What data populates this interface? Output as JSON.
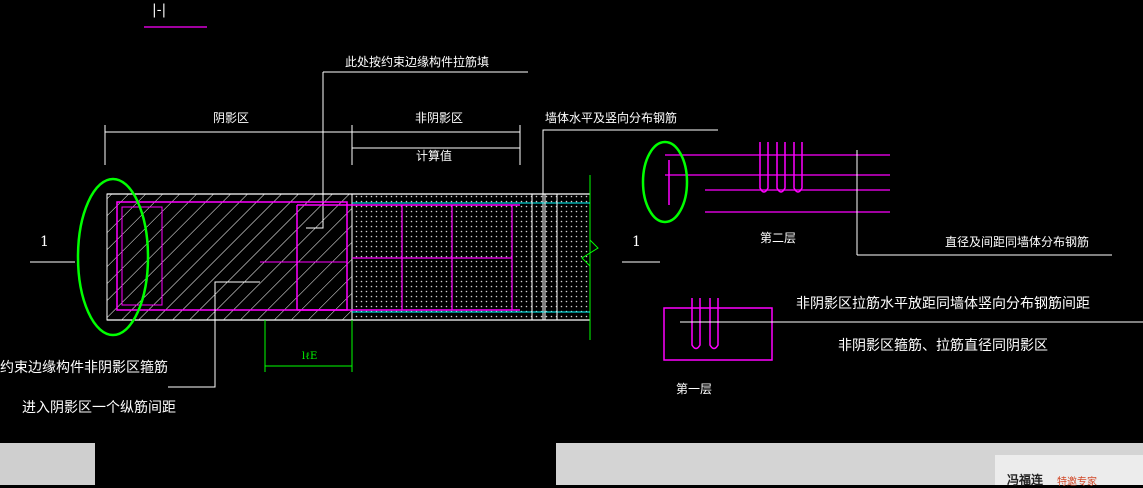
{
  "drawing": {
    "section_mark": "|-|",
    "label_section_left": "1",
    "label_section_right": "1",
    "label_shadow_zone": "阴影区",
    "label_non_shadow_zone": "非阴影区",
    "label_leader_top": "此处按约束边缘构件拉筋填",
    "label_wall_rebar": "墙体水平及竖向分布钢筋",
    "label_calc": "计算值",
    "label_lap": "lℓE",
    "label_layer_two": "第二层",
    "label_layer_one": "第一层",
    "label_same_diameter": "直径及间距同墙体分布钢筋",
    "label_note_spacing": "非阴影区拉筋水平放距同墙体竖向分布钢筋间距",
    "label_note_diameter": "非阴影区箍筋、拉筋直径同阴影区",
    "label_note_left_1": "约束边缘构件非阴影区箍筋",
    "label_note_left_2": "进入阴影区一个纵筋间距"
  },
  "footer": {
    "author_name": "冯福连",
    "author_badge": "特邀专家"
  },
  "colors": {
    "background": "#000000",
    "line": "#ffffff",
    "rebar": "#ff00ff",
    "highlight": "#00ff00",
    "cyan": "#00ffff"
  }
}
